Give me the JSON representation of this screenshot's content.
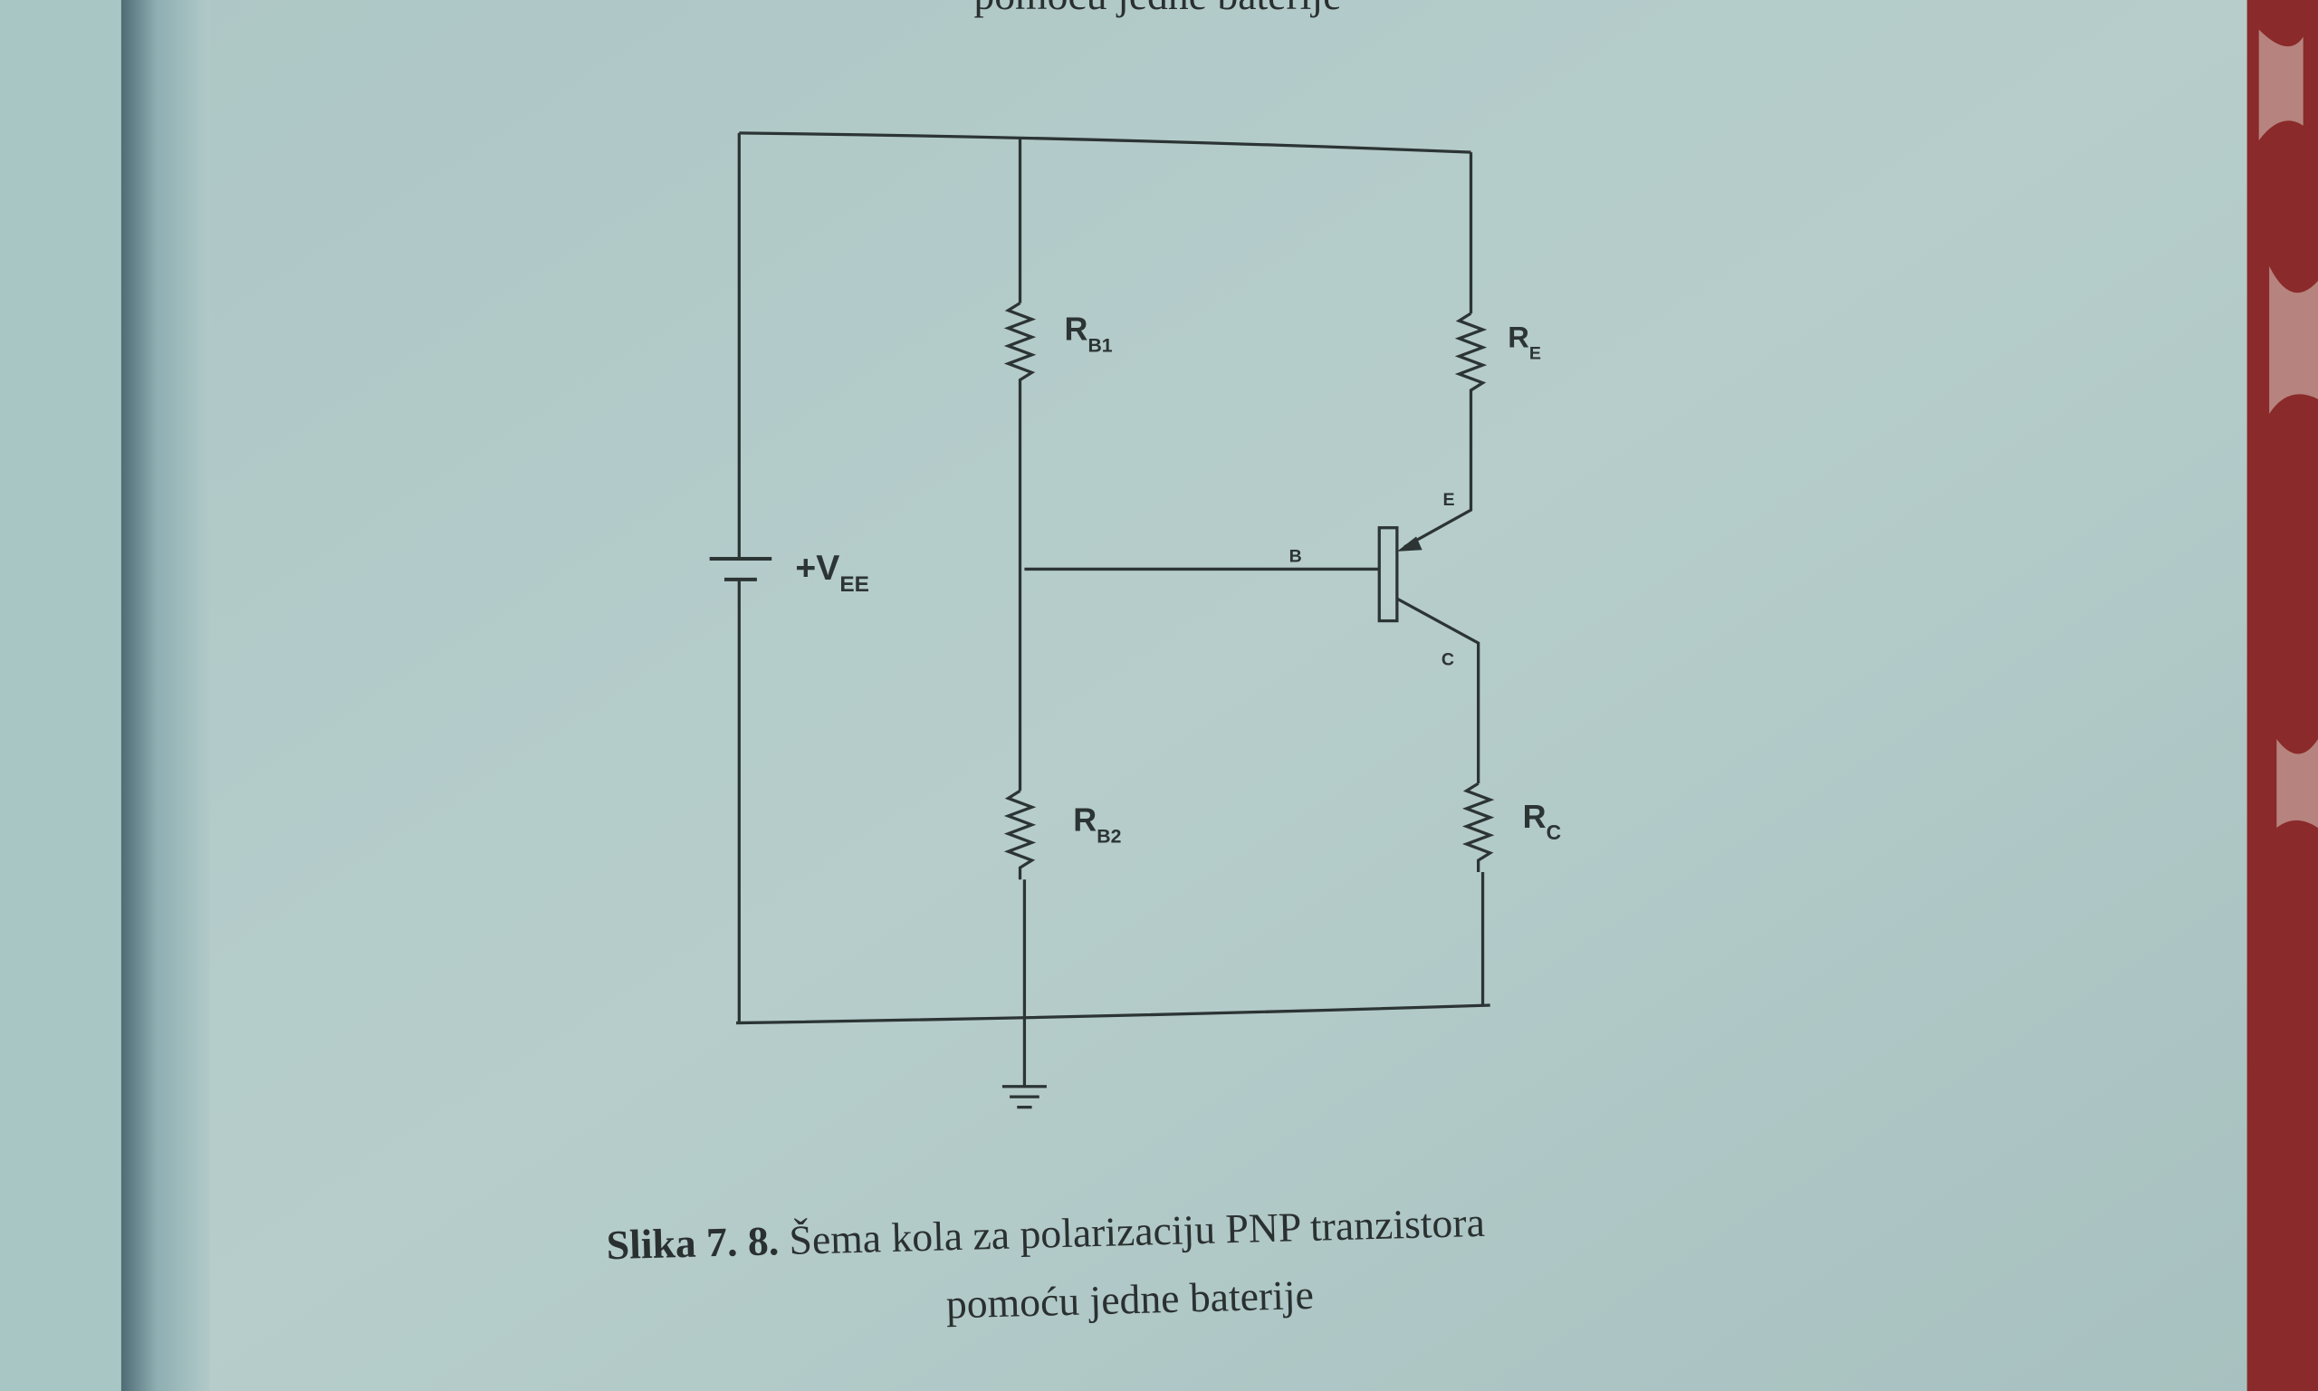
{
  "header_fragment": "pomoću jedne baterije",
  "diagram": {
    "labels": {
      "rb1": {
        "main": "R",
        "sub": "B1"
      },
      "rb2": {
        "main": "R",
        "sub": "B2"
      },
      "re": {
        "main": "R",
        "sub": "E"
      },
      "rc": {
        "main": "R",
        "sub": "C"
      },
      "vee": {
        "main": "+V",
        "sub": "EE"
      },
      "base": "B",
      "emitter": "E",
      "collector": "C"
    }
  },
  "caption": {
    "prefix": "Slika 7. 8.",
    "line1": "Šema kola za polarizaciju PNP tranzistora",
    "line2": "pomoću jedne baterije"
  },
  "colors": {
    "paper": "#b3cbc9",
    "ink": "#2c3434",
    "fabric": "#8a2a2a"
  }
}
